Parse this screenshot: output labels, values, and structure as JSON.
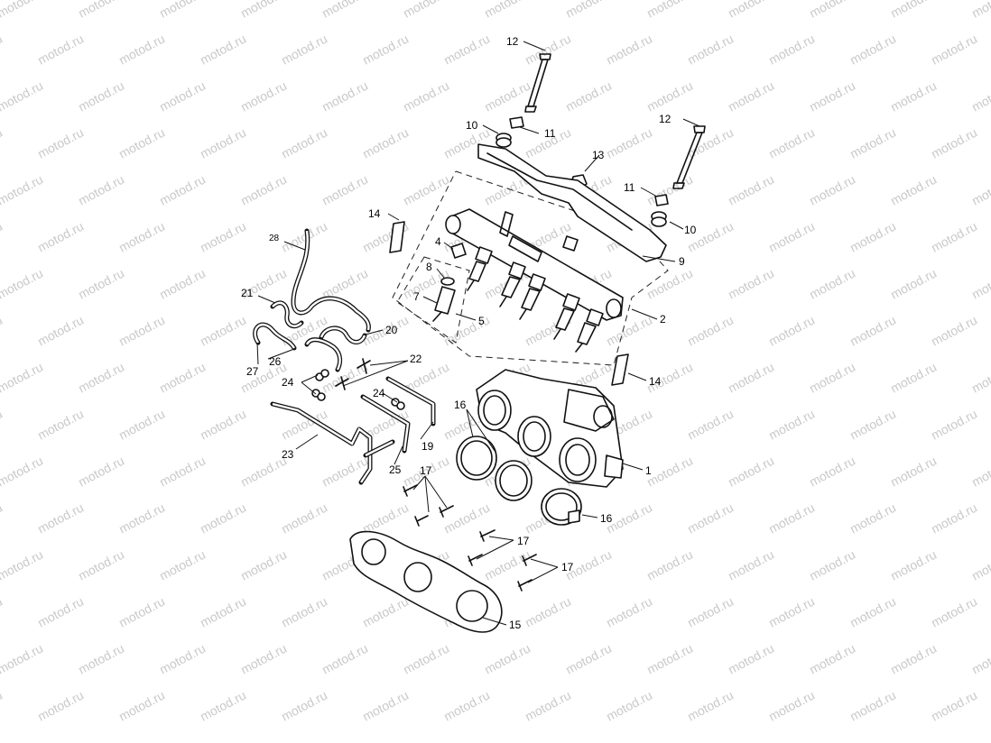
{
  "watermark": {
    "text": "motod.ru",
    "color": "#c9c9c9"
  },
  "callouts": {
    "c1": "1",
    "c2": "2",
    "c4": "4",
    "c5": "5",
    "c7": "7",
    "c8": "8",
    "c9": "9",
    "c10a": "10",
    "c10b": "10",
    "c11a": "11",
    "c11b": "11",
    "c12a": "12",
    "c12b": "12",
    "c13": "13",
    "c14a": "14",
    "c14b": "14",
    "c15": "15",
    "c16a": "16",
    "c16b": "16",
    "c17a": "17",
    "c17b": "17",
    "c17c": "17",
    "c19": "19",
    "c20": "20",
    "c21": "21",
    "c22": "22",
    "c23": "23",
    "c24a": "24",
    "c24b": "24",
    "c25": "25",
    "c26": "26",
    "c27": "27",
    "c28": "28"
  }
}
